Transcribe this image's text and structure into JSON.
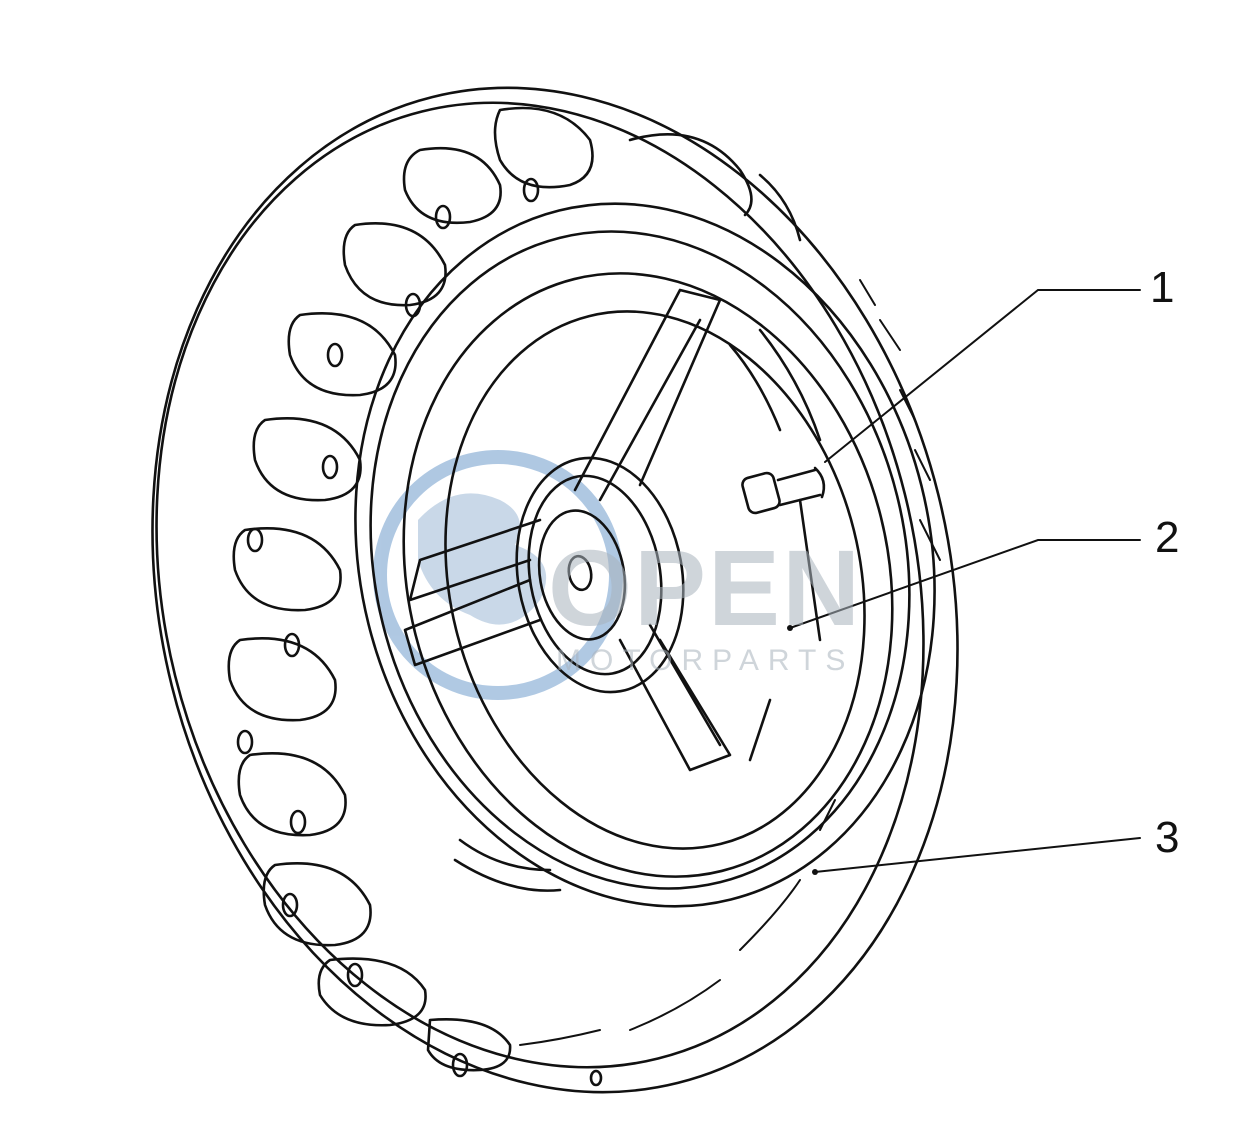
{
  "diagram": {
    "callouts": [
      {
        "label": "1"
      },
      {
        "label": "2"
      },
      {
        "label": "3"
      }
    ]
  },
  "watermark": {
    "brand": "OPEN",
    "subtitle": "MOTORPARTS",
    "color": "#a9b3bd",
    "accent_color": "#6f9ccc"
  }
}
